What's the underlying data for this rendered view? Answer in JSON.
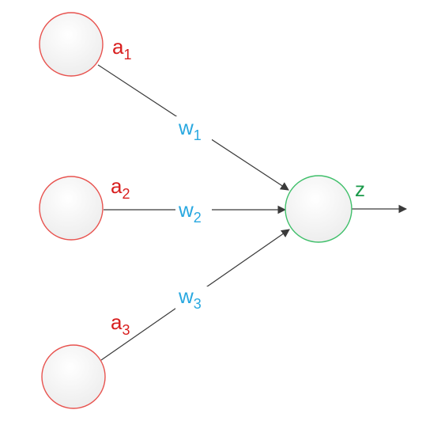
{
  "colors": {
    "input_node_stroke": "#e8534f",
    "output_node_stroke": "#3fbf6a",
    "input_label": "#d81e1e",
    "weight_label": "#29a8e0",
    "output_label": "#1a9a4a",
    "edge": "#3a3a3a",
    "node_fill_top": "#ffffff",
    "node_fill_bottom": "#efefef"
  },
  "nodes": {
    "inputs": [
      {
        "label": "a",
        "subscript": "1"
      },
      {
        "label": "a",
        "subscript": "2"
      },
      {
        "label": "a",
        "subscript": "3"
      }
    ],
    "output": {
      "label": "z"
    }
  },
  "weights": [
    {
      "label": "w",
      "subscript": "1"
    },
    {
      "label": "w",
      "subscript": "2"
    },
    {
      "label": "w",
      "subscript": "3"
    }
  ]
}
